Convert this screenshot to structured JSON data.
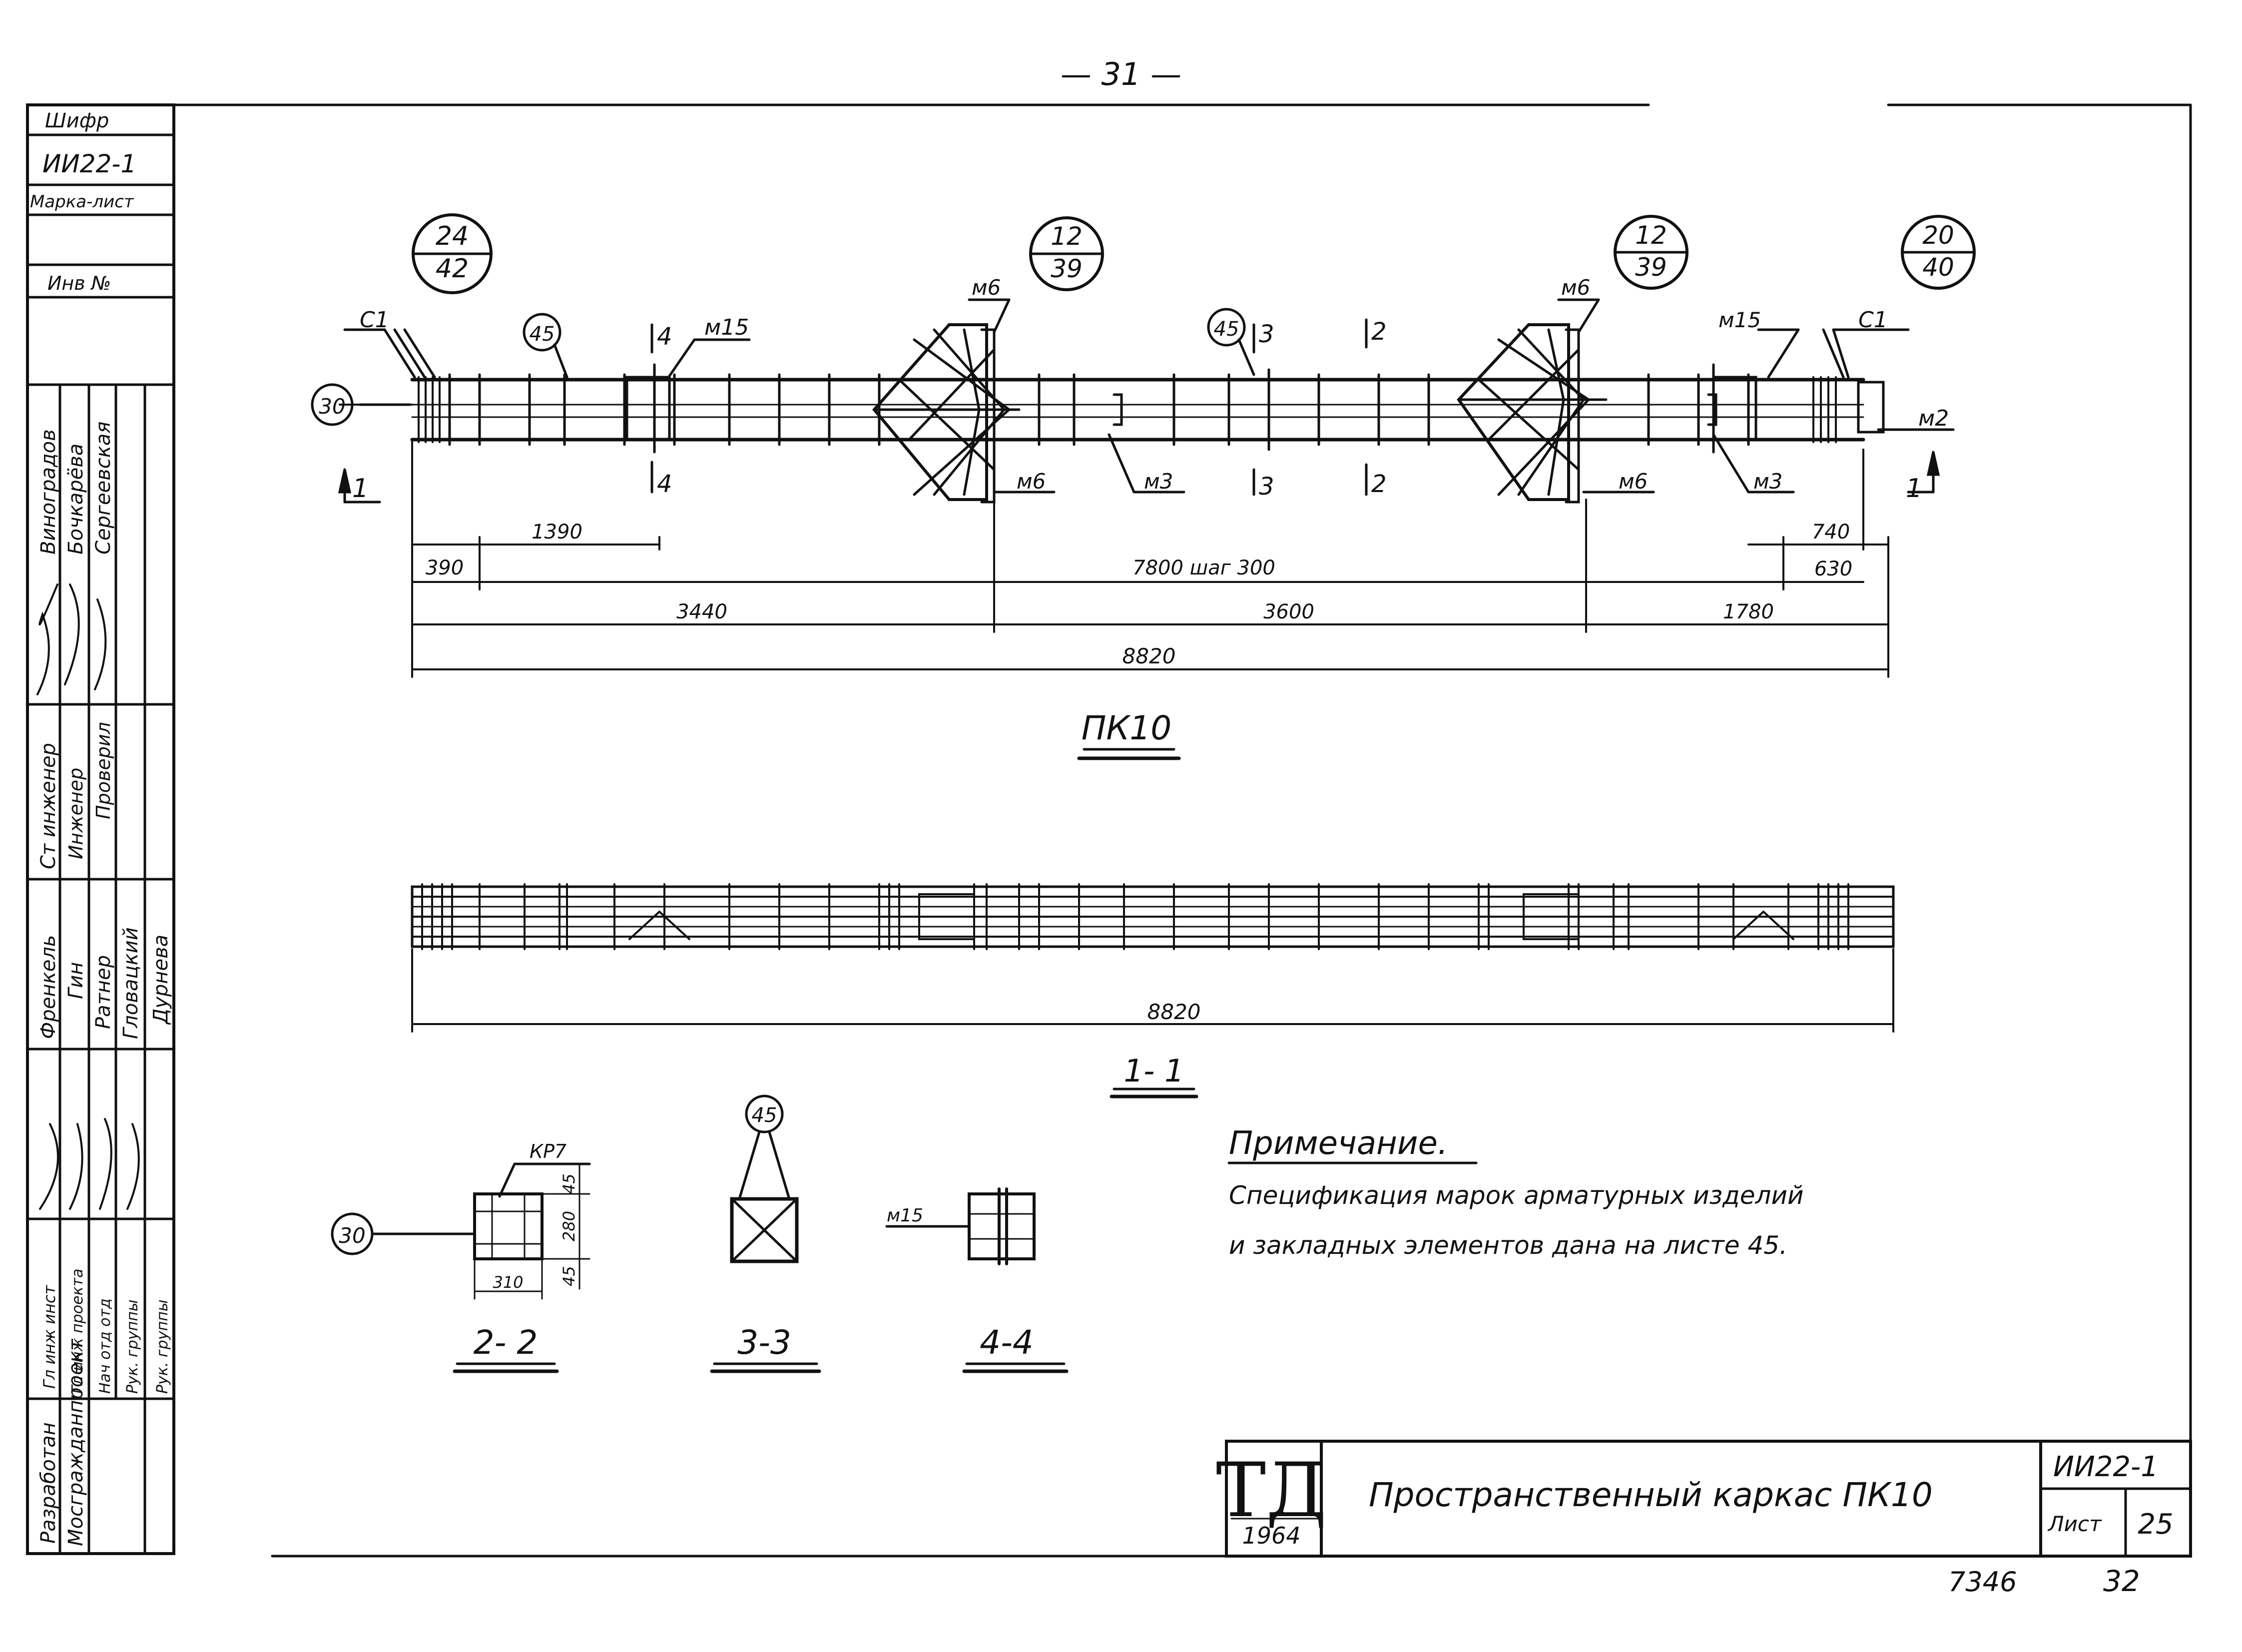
{
  "page_number": "— 31 —",
  "stamp": {
    "cipher_label": "Шифр",
    "cipher_value": "ИИ22-1",
    "mark_sheet_label": "Марка-лист",
    "inv_label": "Инв №",
    "roles": [
      "Ст инженер",
      "Инженер",
      "Проверил"
    ],
    "names": [
      "Виноградов",
      "Бочкарёва",
      "Сергеевская"
    ],
    "roles2": [
      "Разработан",
      "Гл инж инст",
      "Гл инж проекта",
      "Нач отд отд",
      "Рук. группы",
      "Рук. группы"
    ],
    "names2": [
      "Френкель",
      "Гин",
      "Ратнер",
      "Гловацкий",
      "Дурнева"
    ],
    "org": "Мосгражданпроект"
  },
  "drawing": {
    "title_pk10": "ПК10",
    "section_1_1": "1- 1",
    "section_2_2": "2- 2",
    "section_3_3": "3-3",
    "section_4_4": "4-4",
    "callouts": {
      "c1_top": "24",
      "c1_bot": "42",
      "c2_top": "12",
      "c2_bot": "39",
      "c3_top": "12",
      "c3_bot": "39",
      "c4_top": "20",
      "c4_bot": "40",
      "ref45": "45",
      "ref30": "30"
    },
    "marks": {
      "c1": "С1",
      "m15": "м15",
      "m6": "м6",
      "m3": "м3",
      "m2": "м2",
      "kr7": "КР7"
    },
    "section_marks": {
      "s1": "1",
      "s2": "2",
      "s3": "3",
      "s4": "4"
    },
    "dims": {
      "d1390": "1390",
      "d390": "390",
      "d7800": "7800 шаг 300",
      "d740": "740",
      "d630": "630",
      "d3440": "3440",
      "d3600": "3600",
      "d1780": "1780",
      "d8820": "8820",
      "d8820b": "8820",
      "d45a": "45",
      "d280": "280",
      "d45b": "45",
      "d310": "310"
    }
  },
  "note": {
    "heading": "Примечание.",
    "line1": "Спецификация марок арматурных изделий",
    "line2": "и закладных элементов дана на листе 45."
  },
  "title_block": {
    "logo": "ТД",
    "year": "1964",
    "title": "Пространственный каркас ПК10",
    "code": "ИИ22-1",
    "sheet_label": "Лист",
    "sheet_no": "25"
  },
  "footer": {
    "num_a": "7346",
    "num_b": "32"
  }
}
